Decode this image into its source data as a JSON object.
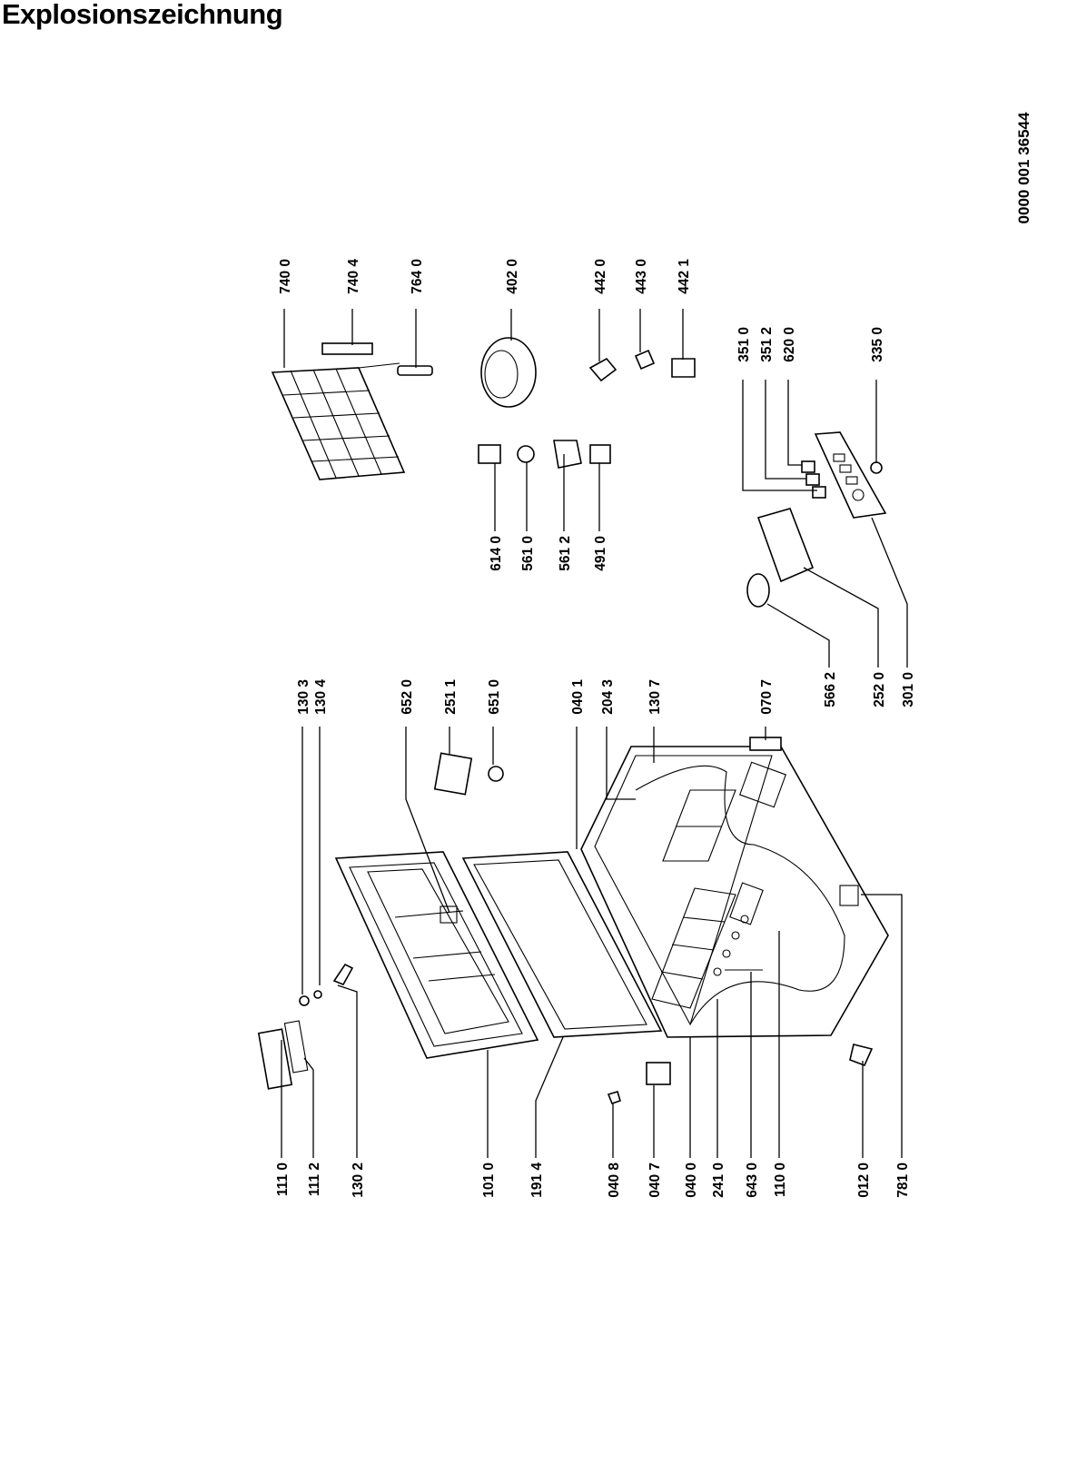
{
  "title": "Explosionszeichnung",
  "document_number": "0000 001 36544",
  "labels": {
    "l1110": "111 0",
    "l1112": "111 2",
    "l1302": "130 2",
    "l1010": "101 0",
    "l1914": "191 4",
    "l0408": "040 8",
    "l0407": "040 7",
    "l0400": "040 0",
    "l2410": "241 0",
    "l6430": "643 0",
    "l1100": "110 0",
    "l0120": "012 0",
    "l7810": "781 0",
    "l1303": "130 3",
    "l1304": "130 4",
    "l6520": "652 0",
    "l2511": "251 1",
    "l6510": "651 0",
    "l0401": "040 1",
    "l2043": "204 3",
    "l1307": "130 7",
    "l0707": "070 7",
    "l5662": "566 2",
    "l2520": "252 0",
    "l3010": "301 0",
    "l7400": "740 0",
    "l7404": "740 4",
    "l7640": "764 0",
    "l4020": "402 0",
    "l4420": "442 0",
    "l4430": "443 0",
    "l4421": "442 1",
    "l3510": "351 0",
    "l3512": "351 2",
    "l6200": "620 0",
    "l3350": "335 0",
    "l6140": "614 0",
    "l5610": "561 0",
    "l5612": "561 2",
    "l4910": "491 0"
  }
}
